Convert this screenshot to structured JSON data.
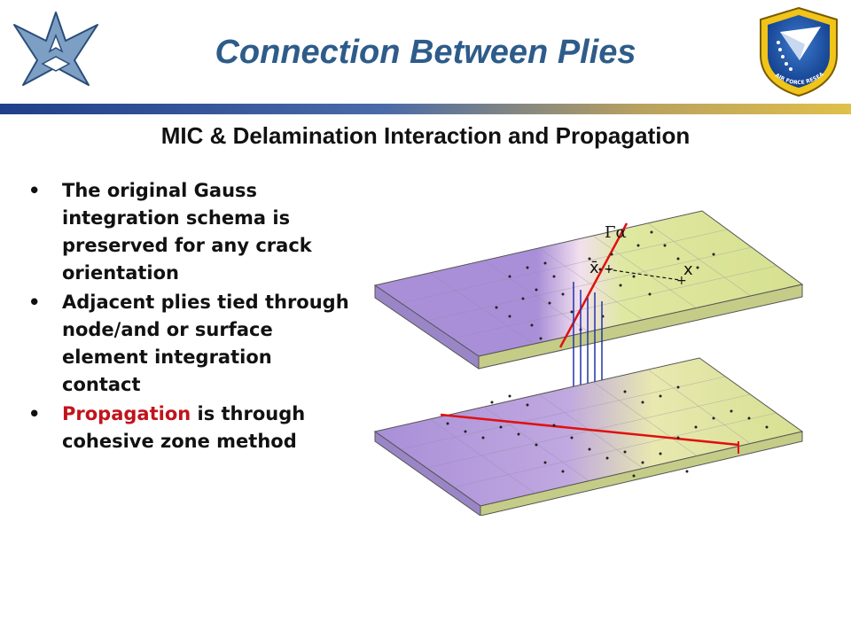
{
  "header": {
    "title": "Connection Between Plies",
    "subtitle": "MIC & Delamination Interaction and Propagation",
    "logo_right_text": "AIR FORCE RESEARCH LABORATORY"
  },
  "bullets": [
    {
      "text": "The original Gauss integration schema is preserved for any crack orientation"
    },
    {
      "text": "Adjacent plies tied through node/and or surface element integration contact"
    },
    {
      "highlight": "Propagation",
      "rest": " is through cohesive zone method"
    }
  ],
  "diagram": {
    "label_gamma": "Γα",
    "label_xbar": "x̄",
    "label_x": "x"
  },
  "colors": {
    "title": "#2e5c8a",
    "highlight": "#c0141c",
    "crack": "#e01010",
    "ties": "#2233aa",
    "ply_left": "#a98fd8",
    "ply_right": "#dfe8a0"
  }
}
